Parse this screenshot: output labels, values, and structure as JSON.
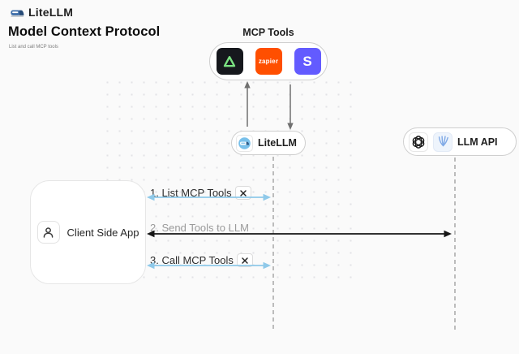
{
  "header": {
    "logo_text": "LiteLLM",
    "title": "Model Context Protocol",
    "subtitle": "List and call MCP tools"
  },
  "mcp_tools": {
    "label": "MCP Tools",
    "tools": [
      {
        "name": "triangle-tool",
        "bg": "#16181d",
        "accent": "#7be382"
      },
      {
        "name": "zapier",
        "word": "zapier",
        "bg": "#ff4f00"
      },
      {
        "name": "stripe",
        "letter": "S",
        "bg": "#635bff"
      }
    ]
  },
  "nodes": {
    "litellm": {
      "label": "LiteLLM"
    },
    "llm_api": {
      "label": "LLM API"
    },
    "client": {
      "label": "Client Side App"
    }
  },
  "messages": [
    {
      "text": "1. List MCP Tools",
      "has_tool_icon": true
    },
    {
      "text": "2. Send Tools to LLM",
      "has_tool_icon": false
    },
    {
      "text": "3. Call MCP Tools",
      "has_tool_icon": true
    }
  ],
  "colors": {
    "canvas_bg": "#fafafa",
    "blue_arrow": "#8fc9e9",
    "black_arrow": "#161616",
    "gray_arrow": "#707070",
    "lifeline": "#b5b5b5",
    "zapier_orange": "#ff4f00",
    "stripe_purple": "#635bff",
    "tool_green": "#7be382",
    "litellm_blue": "#79c0ea"
  }
}
